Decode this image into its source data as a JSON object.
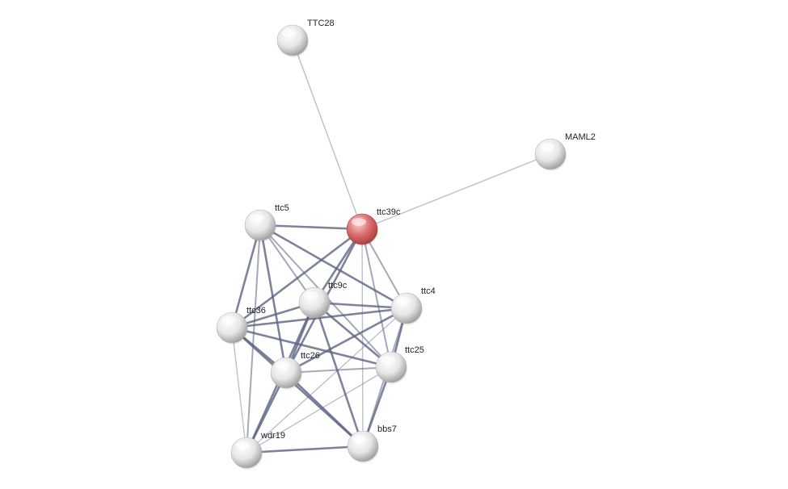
{
  "network": {
    "query_node": "ttc39c",
    "nodes": [
      {
        "id": "TTC28",
        "label": "TTC28",
        "query": false
      },
      {
        "id": "MAML2",
        "label": "MAML2",
        "query": false
      },
      {
        "id": "ttc39c",
        "label": "ttc39c",
        "query": true
      },
      {
        "id": "ttc5",
        "label": "ttc5",
        "query": false
      },
      {
        "id": "ttc9c",
        "label": "ttc9c",
        "query": false
      },
      {
        "id": "ttc4",
        "label": "ttc4",
        "query": false
      },
      {
        "id": "ttc36",
        "label": "ttc36",
        "query": false
      },
      {
        "id": "ttc26",
        "label": "ttc26",
        "query": false
      },
      {
        "id": "ttc25",
        "label": "ttc25",
        "query": false
      },
      {
        "id": "wdr19",
        "label": "wdr19",
        "query": false
      },
      {
        "id": "bbs7",
        "label": "bbs7",
        "query": false
      }
    ],
    "edges": [
      {
        "source": "ttc39c",
        "target": "TTC28",
        "strength": "weak"
      },
      {
        "source": "ttc39c",
        "target": "MAML2",
        "strength": "weak"
      },
      {
        "source": "ttc39c",
        "target": "ttc5",
        "strength": "strong"
      },
      {
        "source": "ttc39c",
        "target": "ttc9c",
        "strength": "strong"
      },
      {
        "source": "ttc39c",
        "target": "ttc4",
        "strength": "medium"
      },
      {
        "source": "ttc39c",
        "target": "ttc36",
        "strength": "strong"
      },
      {
        "source": "ttc39c",
        "target": "ttc26",
        "strength": "strong"
      },
      {
        "source": "ttc39c",
        "target": "ttc25",
        "strength": "medium"
      },
      {
        "source": "ttc39c",
        "target": "bbs7",
        "strength": "weak"
      },
      {
        "source": "ttc5",
        "target": "ttc9c",
        "strength": "medium"
      },
      {
        "source": "ttc5",
        "target": "ttc4",
        "strength": "strong"
      },
      {
        "source": "ttc5",
        "target": "ttc36",
        "strength": "strong"
      },
      {
        "source": "ttc5",
        "target": "ttc26",
        "strength": "strong"
      },
      {
        "source": "ttc5",
        "target": "ttc25",
        "strength": "medium"
      },
      {
        "source": "ttc5",
        "target": "wdr19",
        "strength": "medium"
      },
      {
        "source": "ttc9c",
        "target": "ttc4",
        "strength": "strong"
      },
      {
        "source": "ttc9c",
        "target": "ttc36",
        "strength": "strong"
      },
      {
        "source": "ttc9c",
        "target": "ttc26",
        "strength": "strong"
      },
      {
        "source": "ttc9c",
        "target": "ttc25",
        "strength": "strong"
      },
      {
        "source": "ttc9c",
        "target": "bbs7",
        "strength": "strong"
      },
      {
        "source": "ttc9c",
        "target": "wdr19",
        "strength": "strong"
      },
      {
        "source": "ttc4",
        "target": "ttc36",
        "strength": "strong"
      },
      {
        "source": "ttc4",
        "target": "ttc26",
        "strength": "strong"
      },
      {
        "source": "ttc4",
        "target": "ttc25",
        "strength": "strong"
      },
      {
        "source": "ttc4",
        "target": "bbs7",
        "strength": "medium"
      },
      {
        "source": "ttc4",
        "target": "wdr19",
        "strength": "weak"
      },
      {
        "source": "ttc36",
        "target": "ttc26",
        "strength": "strong"
      },
      {
        "source": "ttc36",
        "target": "ttc25",
        "strength": "strong"
      },
      {
        "source": "ttc36",
        "target": "bbs7",
        "strength": "strong"
      },
      {
        "source": "ttc36",
        "target": "wdr19",
        "strength": "weak"
      },
      {
        "source": "ttc26",
        "target": "ttc25",
        "strength": "medium"
      },
      {
        "source": "ttc26",
        "target": "bbs7",
        "strength": "strong"
      },
      {
        "source": "ttc26",
        "target": "wdr19",
        "strength": "strong"
      },
      {
        "source": "ttc25",
        "target": "bbs7",
        "strength": "strong"
      },
      {
        "source": "ttc25",
        "target": "wdr19",
        "strength": "weak"
      },
      {
        "source": "bbs7",
        "target": "wdr19",
        "strength": "strong"
      }
    ]
  },
  "colors": {
    "background": "#ffffff",
    "edge": "#5a6080",
    "node_fill": "#e6e6e6",
    "node_highlight": "#ffffff",
    "node_shadow": "#9a9a9a",
    "query_fill": "#d96a6a",
    "query_highlight": "#f8d0d0",
    "query_shadow": "#a83c3c",
    "label": "#222222"
  }
}
